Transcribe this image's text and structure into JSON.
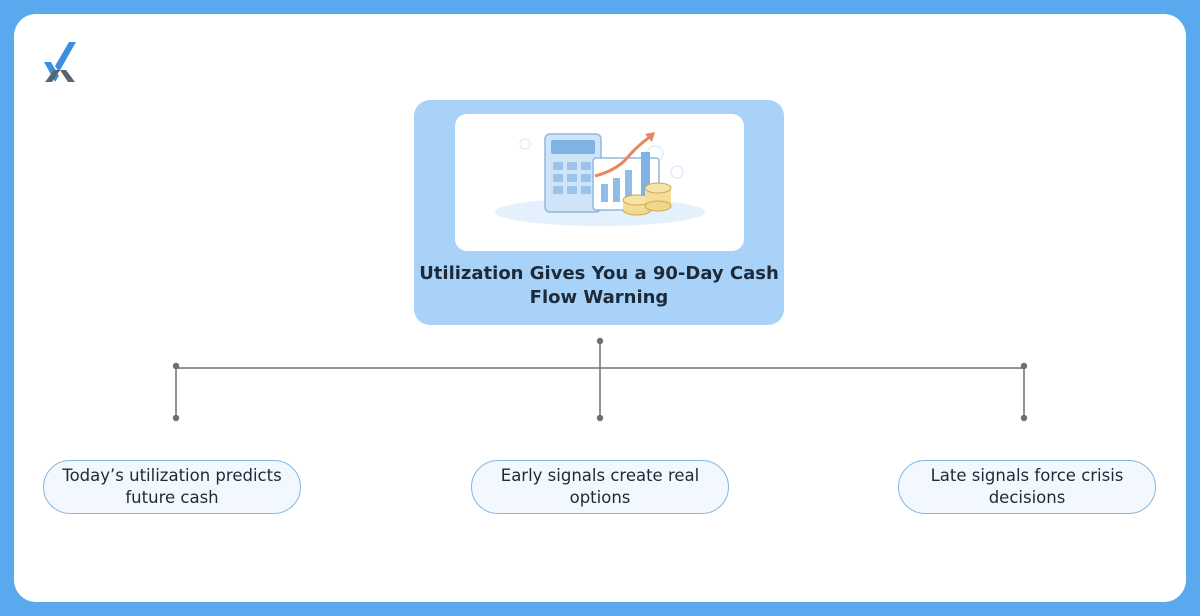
{
  "diagram": {
    "root": {
      "title": "Utilization Gives You a 90-Day Cash Flow Warning",
      "illustration": "calculator-chart-coins-icon"
    },
    "children": [
      {
        "label": "Today’s utilization predicts future cash"
      },
      {
        "label": "Early signals create real options"
      },
      {
        "label": "Late signals force crisis decisions"
      }
    ]
  },
  "brand": {
    "logo_icon": "checkmark-x-logo-icon",
    "logo_colors": [
      "#3b8fe0",
      "#5a6470"
    ]
  },
  "colors": {
    "background": "#5aa9ef",
    "card": "#ffffff",
    "root_fill": "#a8d2f8",
    "leaf_border": "#7fb8e6",
    "connector": "#6b7078"
  }
}
